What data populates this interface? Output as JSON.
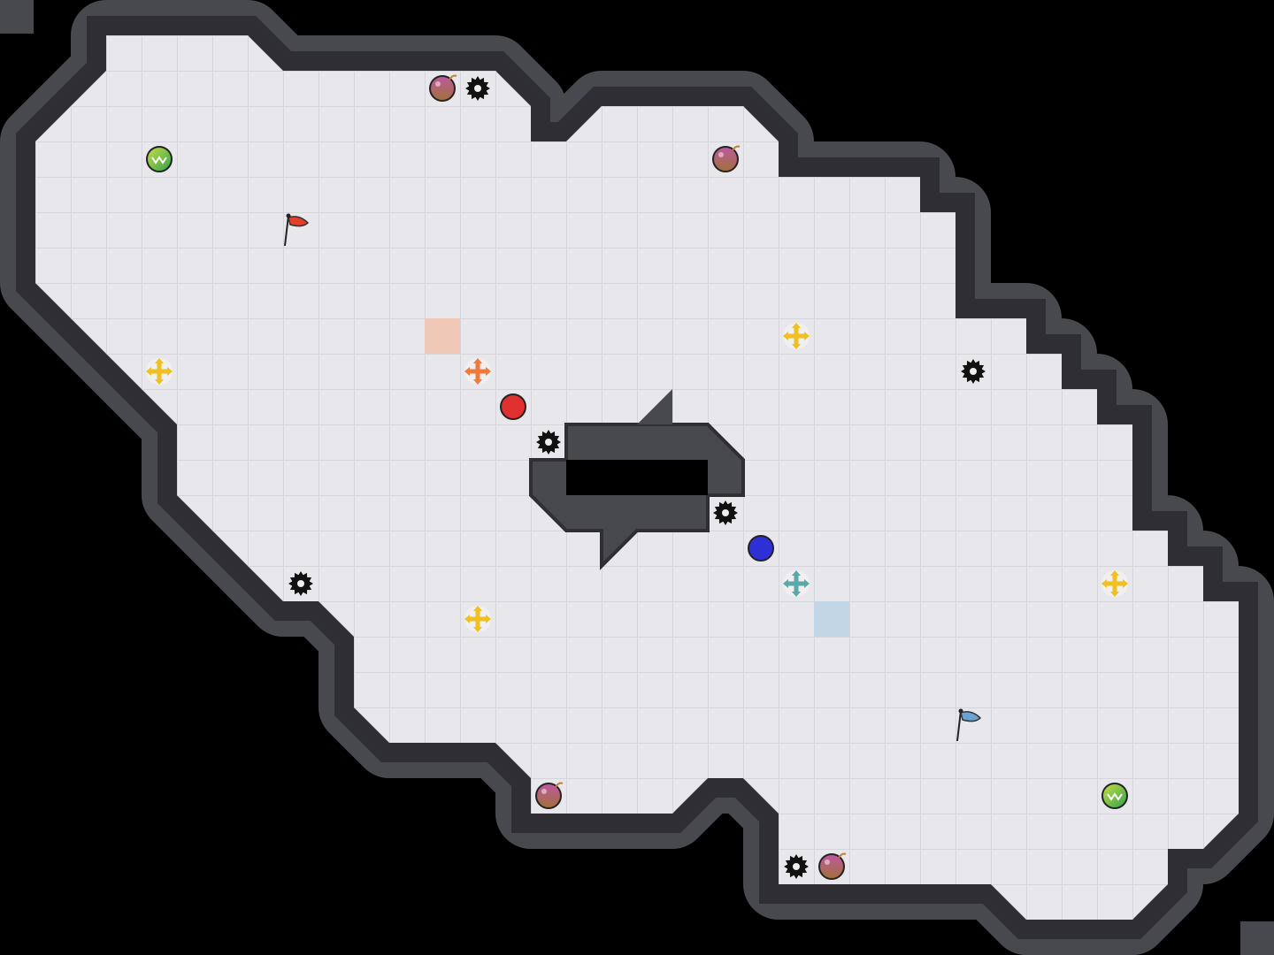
{
  "game": {
    "view": "tile-arena-map",
    "tile_size": 40,
    "colors": {
      "background": "#000000",
      "floor": "#e8e8ec",
      "grid_line": "#d4d4da",
      "wall": "#48484f",
      "wall_edge": "#2e2e33",
      "red_team": "#e03030",
      "blue_team": "#2f2fd6",
      "red_zone": "#f0c8b8",
      "blue_zone": "#c2d6e6"
    },
    "flags": [
      {
        "team": "red",
        "col": 8,
        "row": 6,
        "color": "#e0402a"
      },
      {
        "team": "blue",
        "col": 27,
        "row": 20,
        "color": "#6aa3d0"
      }
    ],
    "players": [
      {
        "team": "red",
        "col": 14,
        "row": 11,
        "color": "#e03030"
      },
      {
        "team": "blue",
        "col": 21,
        "row": 15,
        "color": "#2f2fd6"
      }
    ],
    "team_tiles": [
      {
        "team": "red",
        "col": 12,
        "row": 9,
        "color": "#f0c8b8"
      },
      {
        "team": "blue",
        "col": 23,
        "row": 17,
        "color": "#c2d6e6"
      }
    ],
    "bombs": [
      {
        "col": 12,
        "row": 2
      },
      {
        "col": 20,
        "row": 4
      },
      {
        "col": 15,
        "row": 22
      },
      {
        "col": 23,
        "row": 24
      }
    ],
    "spikes": [
      {
        "col": 13,
        "row": 2
      },
      {
        "col": 27,
        "row": 10
      },
      {
        "col": 15,
        "row": 12
      },
      {
        "col": 20,
        "row": 14
      },
      {
        "col": 8,
        "row": 16
      },
      {
        "col": 22,
        "row": 24
      }
    ],
    "boosts": [
      {
        "col": 22,
        "row": 9,
        "color": "#f0c020",
        "kind": "neutral"
      },
      {
        "col": 4,
        "row": 10,
        "color": "#f0c020",
        "kind": "neutral"
      },
      {
        "col": 13,
        "row": 10,
        "color": "#f07838",
        "kind": "red"
      },
      {
        "col": 22,
        "row": 16,
        "color": "#5aa8a8",
        "kind": "blue"
      },
      {
        "col": 31,
        "row": 16,
        "color": "#f0c020",
        "kind": "neutral"
      },
      {
        "col": 13,
        "row": 17,
        "color": "#f0c020",
        "kind": "neutral"
      }
    ],
    "powerups": [
      {
        "col": 4,
        "row": 4
      },
      {
        "col": 31,
        "row": 22
      }
    ]
  }
}
